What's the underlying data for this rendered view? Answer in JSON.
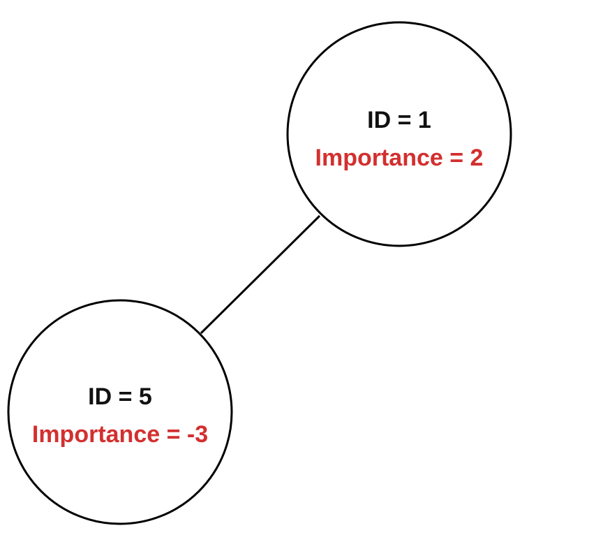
{
  "colors": {
    "id_text": "#111111",
    "importance_text": "#d32f2f",
    "stroke": "#000000"
  },
  "nodes": [
    {
      "id_label": "ID = 1",
      "importance_label": "Importance = 2"
    },
    {
      "id_label": "ID = 5",
      "importance_label": "Importance = -3"
    }
  ],
  "edges": [
    {
      "from": 0,
      "to": 1
    }
  ]
}
